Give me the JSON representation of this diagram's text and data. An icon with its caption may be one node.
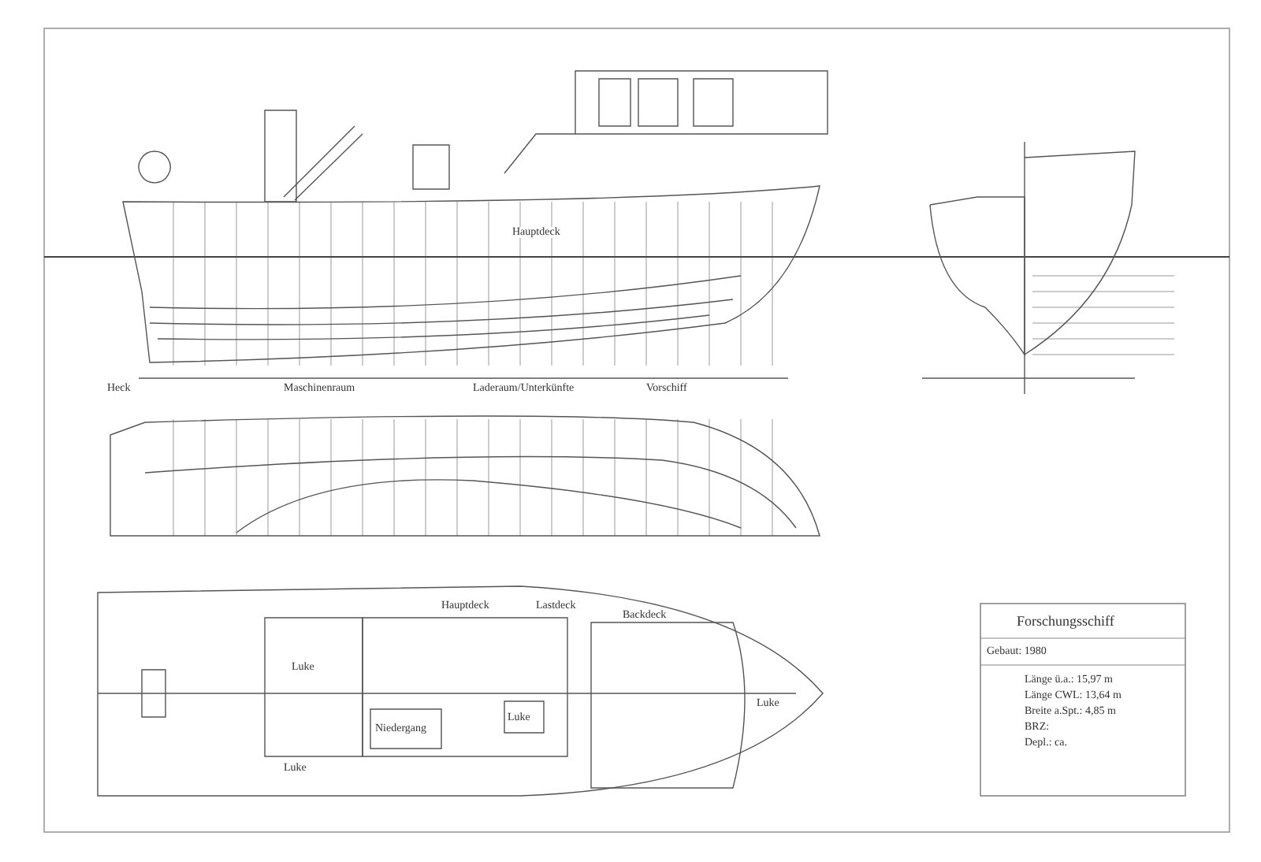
{
  "diagram": {
    "title": "Forschungsschiff",
    "labels": [
      "Hauptdeck",
      "Heck",
      "Maschinenraum",
      "Laderaum/Unterkünfte",
      "Vorschiff",
      "Hauptdeck",
      "Lastdeck",
      "Backdeck",
      "Luke",
      "Niedergang",
      "Luke",
      "Luke",
      "Luke",
      "Gebaut: 1980",
      "Länge ü.a.: 15,97 m",
      "Länge CWL: 13,64 m",
      "Breite a.Spt.: 4,85 m",
      "BRZ:",
      "Depl.: ca."
    ]
  }
}
